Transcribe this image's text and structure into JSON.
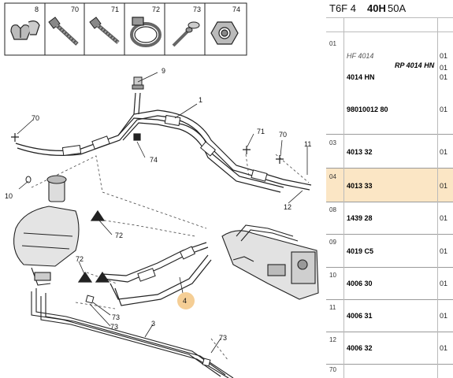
{
  "header": {
    "prefix": "T6F 4 ",
    "bold": "40H",
    "suffix": " 50A"
  },
  "thumbnails": [
    {
      "num": "8",
      "icon": "clip-icon"
    },
    {
      "num": "70",
      "icon": "bolt-icon"
    },
    {
      "num": "71",
      "icon": "screw-icon"
    },
    {
      "num": "72",
      "icon": "hose-clamp-icon"
    },
    {
      "num": "73",
      "icon": "pin-clip-icon"
    },
    {
      "num": "74",
      "icon": "hex-nut-icon"
    }
  ],
  "callouts": [
    {
      "num": "9"
    },
    {
      "num": "1"
    },
    {
      "num": "70"
    },
    {
      "num": "74"
    },
    {
      "num": "71"
    },
    {
      "num": "70"
    },
    {
      "num": "11"
    },
    {
      "num": "10"
    },
    {
      "num": "12"
    },
    {
      "num": "72"
    },
    {
      "num": "72"
    },
    {
      "num": "73"
    },
    {
      "num": "4"
    },
    {
      "num": "73"
    },
    {
      "num": "3"
    },
    {
      "num": "73"
    }
  ],
  "parts": [
    {
      "idx": "01",
      "lines": [
        {
          "text": "HF 4014",
          "style": "it"
        },
        {
          "text": "RP 4014 HN",
          "style": "itb"
        },
        {
          "text": "4014 HN",
          "style": "b"
        },
        {
          "text": "98010012 80",
          "style": "b"
        }
      ],
      "qty": [
        "01",
        "01",
        "01",
        "01"
      ]
    },
    {
      "idx": "03",
      "lines": [
        {
          "text": "4013 32",
          "style": "b"
        }
      ],
      "qty": [
        "01"
      ]
    },
    {
      "idx": "04",
      "lines": [
        {
          "text": "4013 33",
          "style": "b"
        }
      ],
      "qty": [
        "01"
      ],
      "highlight": true
    },
    {
      "idx": "08",
      "lines": [
        {
          "text": "1439 28",
          "style": "b"
        }
      ],
      "qty": [
        "01"
      ]
    },
    {
      "idx": "09",
      "lines": [
        {
          "text": "4019 C5",
          "style": "b"
        }
      ],
      "qty": [
        "01"
      ]
    },
    {
      "idx": "10",
      "lines": [
        {
          "text": "4006 30",
          "style": "b"
        }
      ],
      "qty": [
        "01"
      ]
    },
    {
      "idx": "11",
      "lines": [
        {
          "text": "4006 31",
          "style": "b"
        }
      ],
      "qty": [
        "01"
      ]
    },
    {
      "idx": "12",
      "lines": [
        {
          "text": "4006 32",
          "style": "b"
        }
      ],
      "qty": [
        "01"
      ]
    },
    {
      "idx": "70",
      "lines": [],
      "qty": []
    }
  ],
  "colors": {
    "highlight": "#fbe6c5",
    "callout_circle": "#f2c27a"
  }
}
